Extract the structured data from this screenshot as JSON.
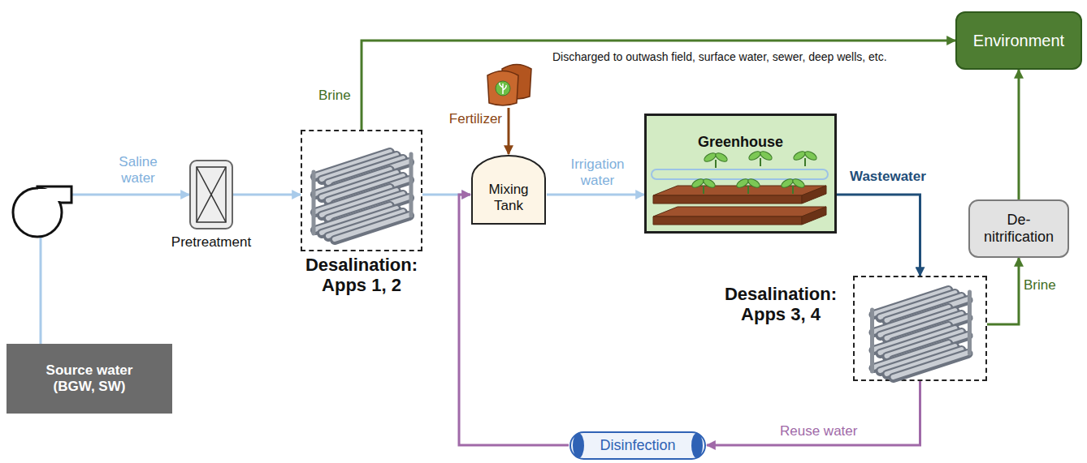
{
  "diagram": {
    "nodes": [
      {
        "text": [
          "Source water (BGW, SW)"
        ]
      },
      {
        "text": [
          "Pretreatment"
        ]
      },
      {
        "text": [
          "Desalination: Apps 1, 2"
        ]
      },
      {
        "text": [
          "Environment"
        ]
      },
      {
        "text": [
          "Fertilizer"
        ]
      },
      {
        "text": [
          "Mixing Tank"
        ]
      },
      {
        "text": [
          "Greenhouse"
        ]
      },
      {
        "text": [
          "De- nitrification"
        ]
      },
      {
        "text": [
          "Desalination: Apps 3, 4"
        ]
      },
      {
        "text": [
          "Disinfection"
        ]
      }
    ],
    "edges": [
      {
        "from": 0,
        "to": 1,
        "label": "Saline water",
        "arrow": "to"
      },
      {
        "from": 1,
        "to": 2,
        "arrow": "to"
      },
      {
        "from": 2,
        "to": 3,
        "label": "Brine",
        "arrow": "to"
      },
      {
        "from": 2,
        "to": 5,
        "arrow": "to"
      },
      {
        "from": 4,
        "to": 5,
        "arrow": "to"
      },
      {
        "from": 5,
        "to": 6,
        "label": "Irrigation water",
        "arrow": "to"
      },
      {
        "from": 6,
        "to": 8,
        "label": "Wastewater",
        "arrow": "to"
      },
      {
        "from": 8,
        "to": 7,
        "label": "Brine",
        "arrow": "to"
      },
      {
        "from": 7,
        "to": 3,
        "arrow": "to"
      },
      {
        "from": 8,
        "to": 9,
        "label": "Reuse water",
        "arrow": "to"
      },
      {
        "from": 9,
        "to": 5,
        "arrow": "to"
      }
    ],
    "labels": [
      "Discharged to outwash field, surface water, sewer, deep wells, etc."
    ]
  }
}
